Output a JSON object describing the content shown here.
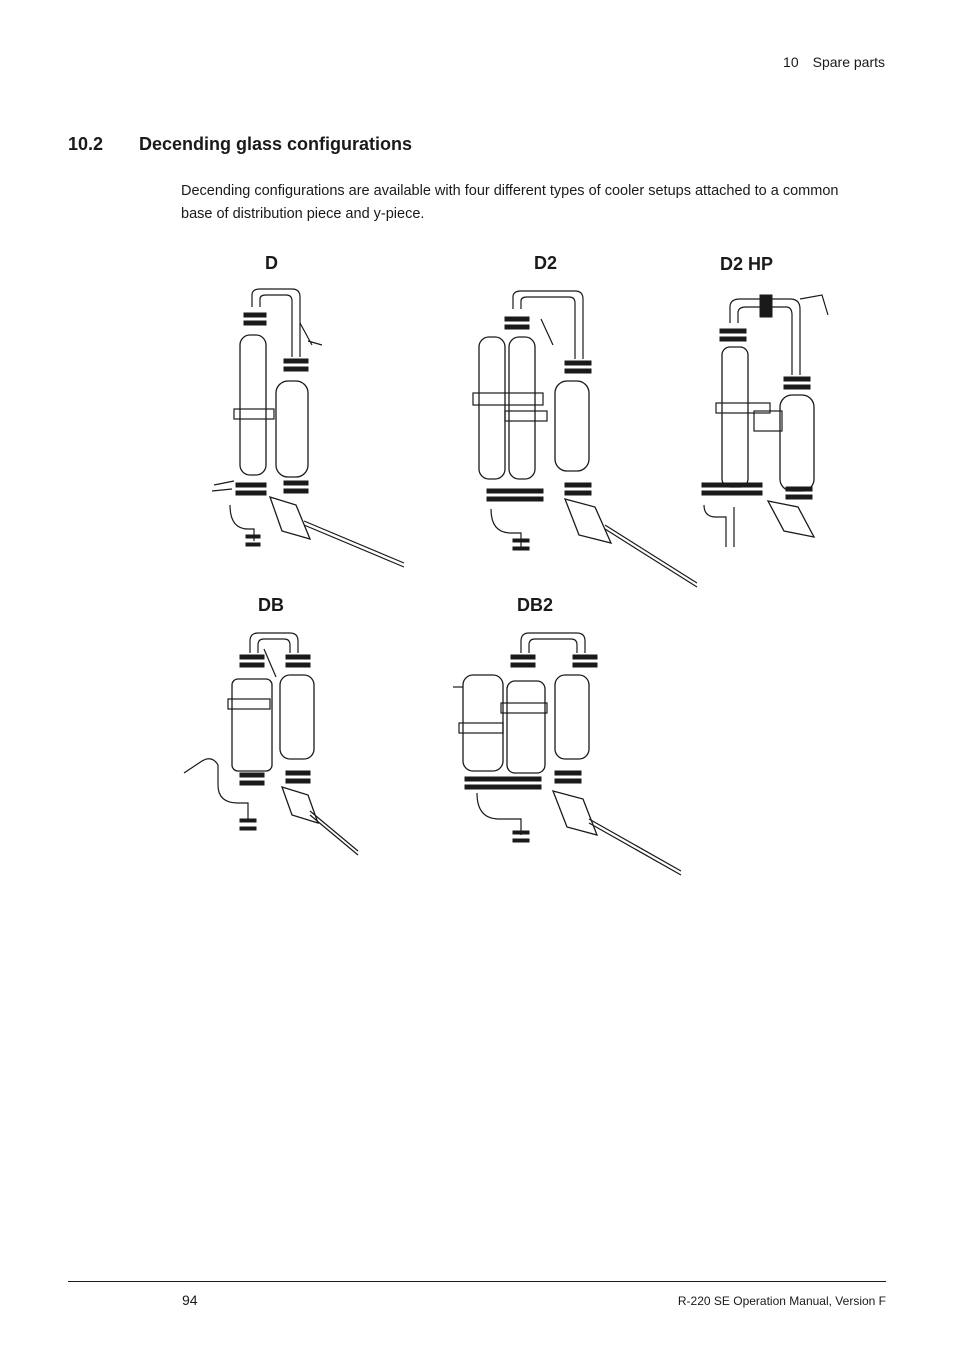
{
  "header": {
    "chapter_number": "10",
    "chapter_title": "Spare parts"
  },
  "section": {
    "number": "10.2",
    "title": "Decending glass configurations"
  },
  "intro": "Decending configurations are available with four different types of cooler setups attached to a common base of distribution piece and y-piece.",
  "figures": [
    {
      "label": "D"
    },
    {
      "label": "D2"
    },
    {
      "label": "D2 HP"
    },
    {
      "label": "DB"
    },
    {
      "label": "DB2"
    }
  ],
  "footer": {
    "page_number": "94",
    "manual_title": "R-220 SE Operation Manual, Version F"
  }
}
